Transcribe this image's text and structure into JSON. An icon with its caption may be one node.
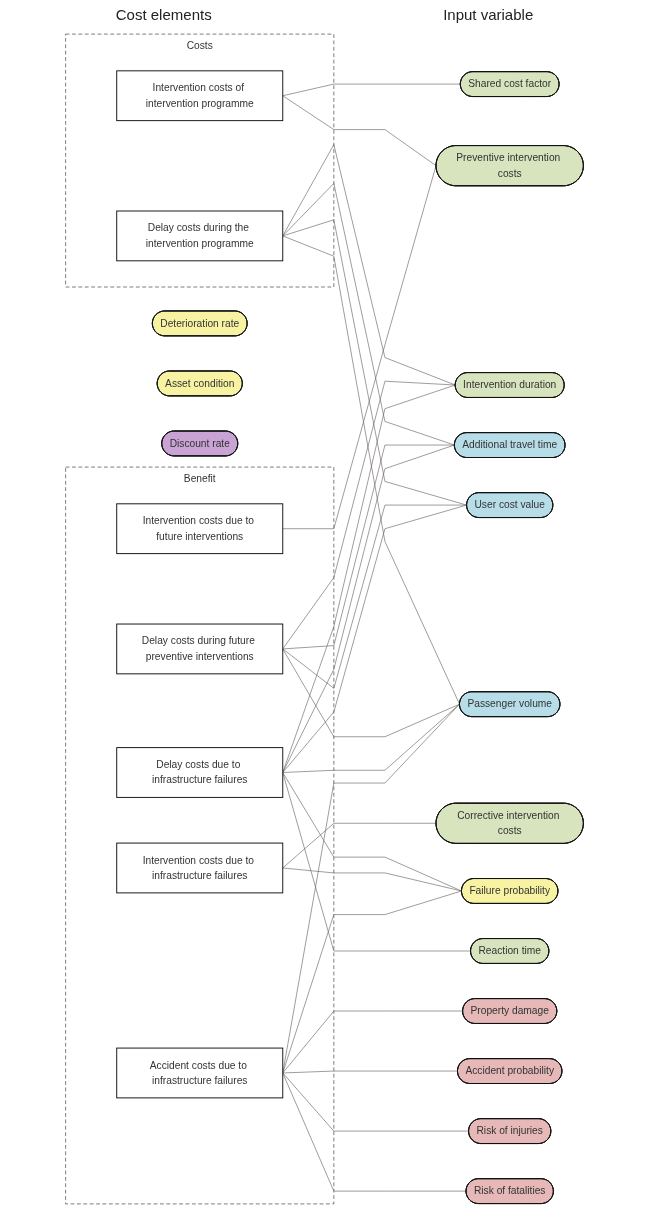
{
  "diagram": {
    "nodes": [
      {
        "text": [
          "Costs"
        ]
      },
      {
        "text": [
          "Intervention costs of intervention programme"
        ],
        "in": 0
      },
      {
        "text": [
          "Delay costs during the intervention programme"
        ],
        "in": 0
      },
      {
        "text": [
          "Benefit"
        ]
      },
      {
        "text": [
          "Intervention costs due to future interventions"
        ],
        "in": 3
      },
      {
        "text": [
          "Delay costs during future preventive interventions"
        ],
        "in": 3
      },
      {
        "text": [
          "Intervention costs due to infrastructure failures"
        ],
        "in": 3
      },
      {
        "text": [
          "Delay costs due to infrastructure failures"
        ],
        "in": 3
      },
      {
        "text": [
          "Accident costs due to infrastructure failures"
        ],
        "in": 3
      },
      {
        "text": [
          "Shared cost factor"
        ]
      },
      {
        "text": [
          "Preventive intervention costs"
        ]
      },
      {
        "text": [
          "Intervention duration"
        ]
      },
      {
        "text": [
          "Corrective intervention costs"
        ]
      },
      {
        "text": [
          "Reaction time"
        ]
      },
      {
        "text": [
          "Additional travel time"
        ]
      },
      {
        "text": [
          "User cost value"
        ]
      },
      {
        "text": [
          "Passenger volume"
        ]
      },
      {
        "text": [
          "Failure probability"
        ]
      },
      {
        "text": [
          "Deterioration rate"
        ]
      },
      {
        "text": [
          "Asset condition"
        ]
      },
      {
        "text": [
          "Property damage"
        ]
      },
      {
        "text": [
          "Accident probability"
        ]
      },
      {
        "text": [
          "Risk of injuries"
        ]
      },
      {
        "text": [
          "Risk of fatalities"
        ]
      },
      {
        "text": [
          "Discount rate"
        ]
      }
    ],
    "edges": [
      {
        "from": 1,
        "to": 9,
        "arrow": "none"
      },
      {
        "from": 1,
        "to": 10,
        "arrow": "none"
      },
      {
        "from": 2,
        "to": 11,
        "arrow": "none"
      },
      {
        "from": 2,
        "to": 14,
        "arrow": "none"
      },
      {
        "from": 2,
        "to": 15,
        "arrow": "none"
      },
      {
        "from": 2,
        "to": 16,
        "arrow": "none"
      },
      {
        "from": 4,
        "to": 10,
        "arrow": "none"
      },
      {
        "from": 5,
        "to": 11,
        "arrow": "none"
      },
      {
        "from": 5,
        "to": 14,
        "arrow": "none"
      },
      {
        "from": 5,
        "to": 15,
        "arrow": "none"
      },
      {
        "from": 5,
        "to": 16,
        "arrow": "none"
      },
      {
        "from": 7,
        "to": 13,
        "arrow": "none"
      },
      {
        "from": 7,
        "to": 11,
        "arrow": "none"
      },
      {
        "from": 7,
        "to": 14,
        "arrow": "none"
      },
      {
        "from": 7,
        "to": 15,
        "arrow": "none"
      },
      {
        "from": 7,
        "to": 16,
        "arrow": "none"
      },
      {
        "from": 7,
        "to": 17,
        "arrow": "none"
      },
      {
        "from": 6,
        "to": 12,
        "arrow": "none"
      },
      {
        "from": 6,
        "to": 17,
        "arrow": "none"
      },
      {
        "from": 8,
        "to": 16,
        "arrow": "none"
      },
      {
        "from": 8,
        "to": 17,
        "arrow": "none"
      },
      {
        "from": 8,
        "to": 20,
        "arrow": "none"
      },
      {
        "from": 8,
        "to": 21,
        "arrow": "none"
      },
      {
        "from": 8,
        "to": 22,
        "arrow": "none"
      },
      {
        "from": 8,
        "to": 23,
        "arrow": "none"
      }
    ],
    "labels": [
      "Cost elements",
      "Input variable"
    ]
  }
}
